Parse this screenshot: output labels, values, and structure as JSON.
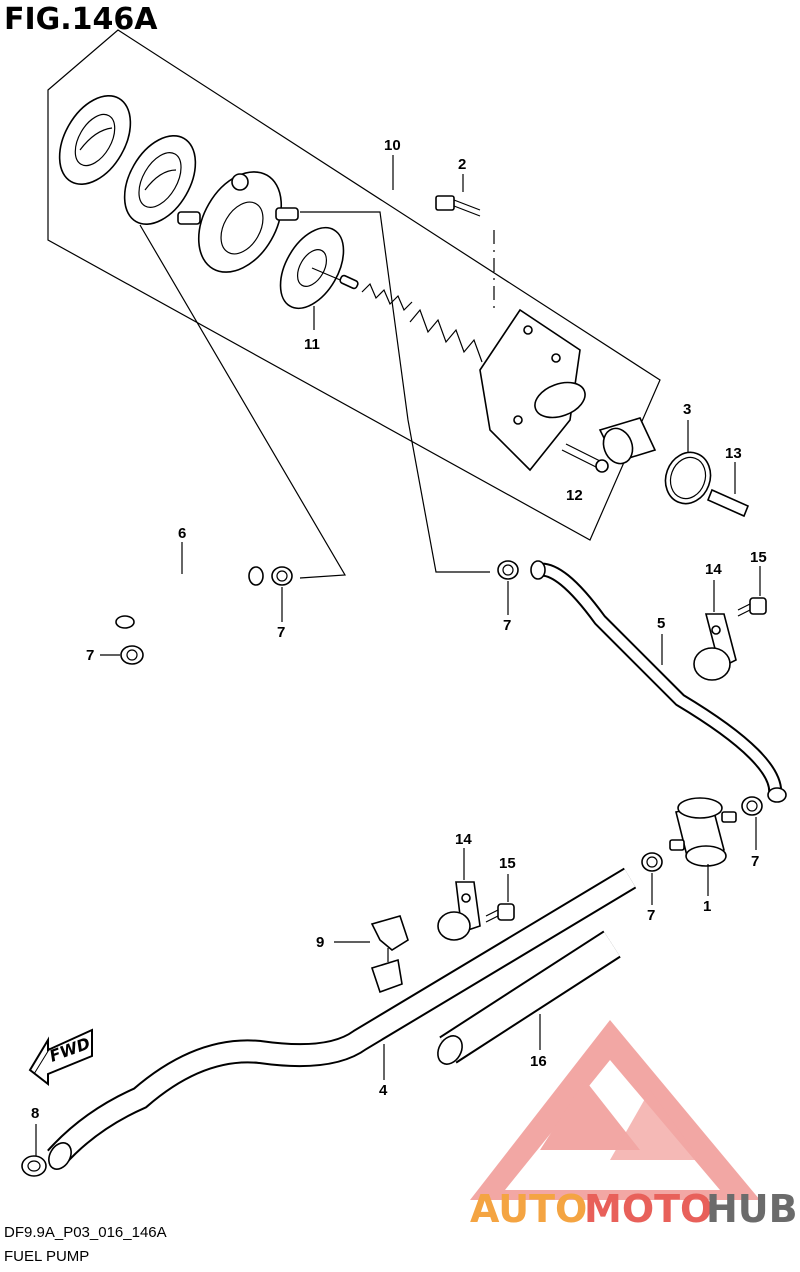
{
  "figure": {
    "title": "FIG.146A",
    "code": "DF9.9A_P03_016_146A",
    "name": "FUEL PUMP"
  },
  "callouts": {
    "c1": "1",
    "c2": "2",
    "c3": "3",
    "c4": "4",
    "c5": "5",
    "c6": "6",
    "c7a": "7",
    "c7b": "7",
    "c7c": "7",
    "c7d": "7",
    "c7e": "7",
    "c8": "8",
    "c9": "9",
    "c10": "10",
    "c11": "11",
    "c12": "12",
    "c13": "13",
    "c14a": "14",
    "c14b": "14",
    "c15a": "15",
    "c15b": "15",
    "c16": "16"
  },
  "fwd_label": "FWD",
  "watermark": {
    "part1": "AUTO",
    "part2": "MOTO",
    "part3": "HUB",
    "color_orange": "#f4a442",
    "color_red": "#e8605a",
    "color_grey": "#6b6b6b"
  }
}
